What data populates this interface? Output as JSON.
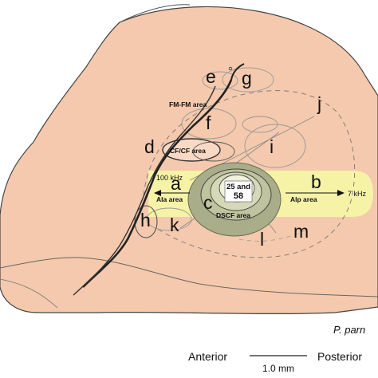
{
  "colors": {
    "brain": "#f4c9ad",
    "band": "#f6f3a6",
    "dscf_ring": "#a9ad8a",
    "outline": "#333333",
    "thin": "#999999"
  },
  "labels": {
    "e": "e",
    "g": "g",
    "j": "j",
    "f": "f",
    "d": "d",
    "i": "i",
    "b": "b",
    "a": "a",
    "c": "c",
    "h": "h",
    "k": "k",
    "l": "l",
    "m": "m"
  },
  "areas": {
    "fmfm": "FM-FM area",
    "cfcf": "CF/CF area",
    "ala": "Ala area",
    "alp": "Alp area",
    "dscf": "DSCF area",
    "khz_100": "100 kHz",
    "khz_7": "7 kHz"
  },
  "center": {
    "line1": "25 and",
    "line2": "58"
  },
  "species": "P. parn",
  "axis": {
    "anterior": "Anterior",
    "posterior": "Posterior",
    "scale": "1.0 mm"
  }
}
